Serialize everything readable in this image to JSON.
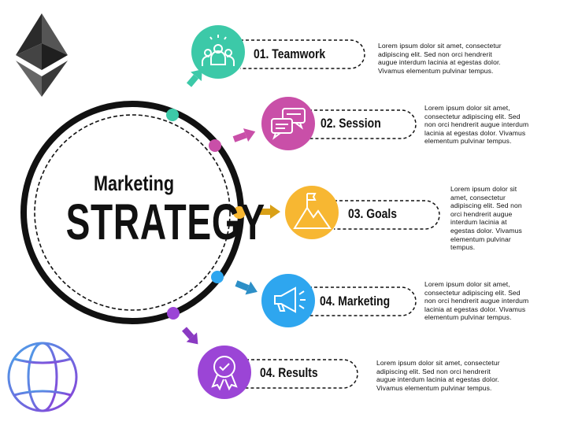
{
  "title": {
    "line1": "Marketing",
    "line2": "STRATEGY"
  },
  "colors": {
    "teamwork": "#3cc9a8",
    "session": "#c94fa8",
    "goals": "#f7b732",
    "marketing": "#2ea6ef",
    "results": "#9b45d6",
    "ring": "#111111"
  },
  "steps": [
    {
      "label": "01. Teamwork",
      "icon": "team-icon",
      "text": [
        "Lorem ipsum dolor sit amet, consectetur",
        "adipiscing elit. Sed non orci hendrerit",
        "augue interdum lacinia at egestas dolor.",
        "Vivamus elementum pulvinar tempus."
      ]
    },
    {
      "label": "02. Session",
      "icon": "chat-bubbles-icon",
      "text": [
        "Lorem ipsum dolor sit amet,",
        "consectetur adipiscing elit. Sed",
        "non orci hendrerit augue interdum",
        "lacinia at egestas dolor. Vivamus",
        "elementum pulvinar tempus."
      ]
    },
    {
      "label": "03. Goals",
      "icon": "mountain-flag-icon",
      "text": [
        "Lorem ipsum dolor sit",
        "amet, consectetur",
        "adipiscing elit. Sed non",
        "orci hendrerit augue",
        "interdum lacinia at",
        "egestas dolor. Vivamus",
        "elementum pulvinar",
        "tempus."
      ]
    },
    {
      "label": "04. Marketing",
      "icon": "megaphone-icon",
      "text": [
        "Lorem ipsum dolor sit amet,",
        "consectetur adipiscing elit. Sed",
        "non orci hendrerit augue interdum",
        "lacinia at egestas dolor. Vivamus",
        "elementum pulvinar tempus."
      ]
    },
    {
      "label": "04. Results",
      "icon": "award-badge-icon",
      "text": [
        "Lorem ipsum dolor sit amet, consectetur",
        "adipiscing elit. Sed non orci hendrerit",
        "augue interdum lacinia at egestas dolor.",
        "Vivamus elementum pulvinar tempus."
      ]
    }
  ],
  "logos": {
    "top_left": "ethereum-logo",
    "bottom_left": "globe-icon"
  }
}
